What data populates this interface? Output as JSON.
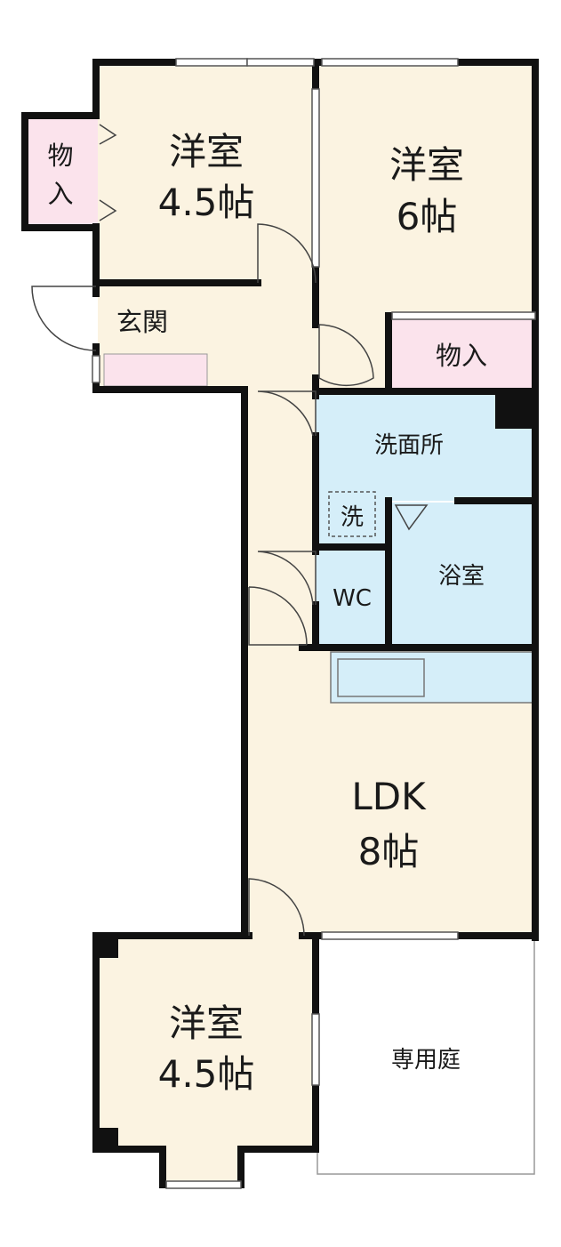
{
  "rooms": {
    "bedroom_top_left": {
      "type": "洋室",
      "size": "4.5帖"
    },
    "bedroom_top_right": {
      "type": "洋室",
      "size": "6帖"
    },
    "closet_left": {
      "line1": "物",
      "line2": "入"
    },
    "closet_right": {
      "label": "物入"
    },
    "entrance": {
      "label": "玄関"
    },
    "washroom": {
      "label": "洗面所"
    },
    "washer": {
      "label": "洗"
    },
    "bathroom": {
      "label": "浴室"
    },
    "toilet": {
      "label": "WC"
    },
    "ldk": {
      "type": "LDK",
      "size": "8帖"
    },
    "bedroom_bottom": {
      "type": "洋室",
      "size": "4.5帖"
    },
    "garden": {
      "label": "専用庭"
    }
  },
  "colors": {
    "wall": "#111111",
    "room_floor": "#fbf3e1",
    "wet_area": "#d5eef9",
    "storage": "#fbe3ec",
    "garden": "#ffffff"
  }
}
